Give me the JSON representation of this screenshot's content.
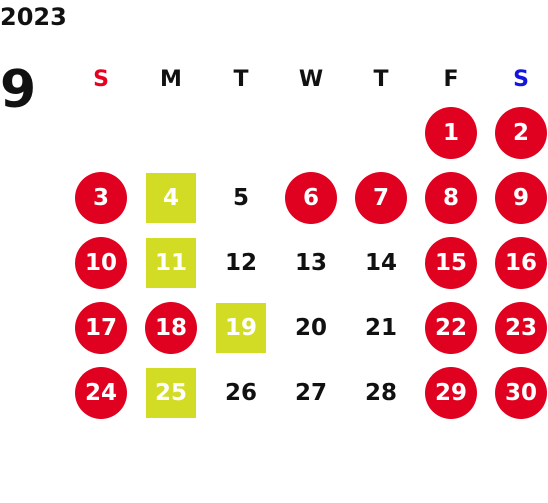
{
  "calendar": {
    "year": "2023",
    "month": "9",
    "weekdays": [
      "S",
      "M",
      "T",
      "W",
      "T",
      "F",
      "S"
    ],
    "colors": {
      "holiday": "#e0001f",
      "special": "#d3dc24",
      "sunday_header": "#e8001e",
      "saturday_header": "#1414e0"
    },
    "weeks": [
      [
        {
          "day": "",
          "type": "empty"
        },
        {
          "day": "",
          "type": "empty"
        },
        {
          "day": "",
          "type": "empty"
        },
        {
          "day": "",
          "type": "empty"
        },
        {
          "day": "",
          "type": "empty"
        },
        {
          "day": "1",
          "type": "holiday"
        },
        {
          "day": "2",
          "type": "holiday"
        }
      ],
      [
        {
          "day": "3",
          "type": "holiday"
        },
        {
          "day": "4",
          "type": "special"
        },
        {
          "day": "5",
          "type": "normal"
        },
        {
          "day": "6",
          "type": "holiday"
        },
        {
          "day": "7",
          "type": "holiday"
        },
        {
          "day": "8",
          "type": "holiday"
        },
        {
          "day": "9",
          "type": "holiday"
        }
      ],
      [
        {
          "day": "10",
          "type": "holiday"
        },
        {
          "day": "11",
          "type": "special"
        },
        {
          "day": "12",
          "type": "normal"
        },
        {
          "day": "13",
          "type": "normal"
        },
        {
          "day": "14",
          "type": "normal"
        },
        {
          "day": "15",
          "type": "holiday"
        },
        {
          "day": "16",
          "type": "holiday"
        }
      ],
      [
        {
          "day": "17",
          "type": "holiday"
        },
        {
          "day": "18",
          "type": "holiday"
        },
        {
          "day": "19",
          "type": "special"
        },
        {
          "day": "20",
          "type": "normal"
        },
        {
          "day": "21",
          "type": "normal"
        },
        {
          "day": "22",
          "type": "holiday"
        },
        {
          "day": "23",
          "type": "holiday"
        }
      ],
      [
        {
          "day": "24",
          "type": "holiday"
        },
        {
          "day": "25",
          "type": "special"
        },
        {
          "day": "26",
          "type": "normal"
        },
        {
          "day": "27",
          "type": "normal"
        },
        {
          "day": "28",
          "type": "normal"
        },
        {
          "day": "29",
          "type": "holiday"
        },
        {
          "day": "30",
          "type": "holiday"
        }
      ]
    ]
  }
}
